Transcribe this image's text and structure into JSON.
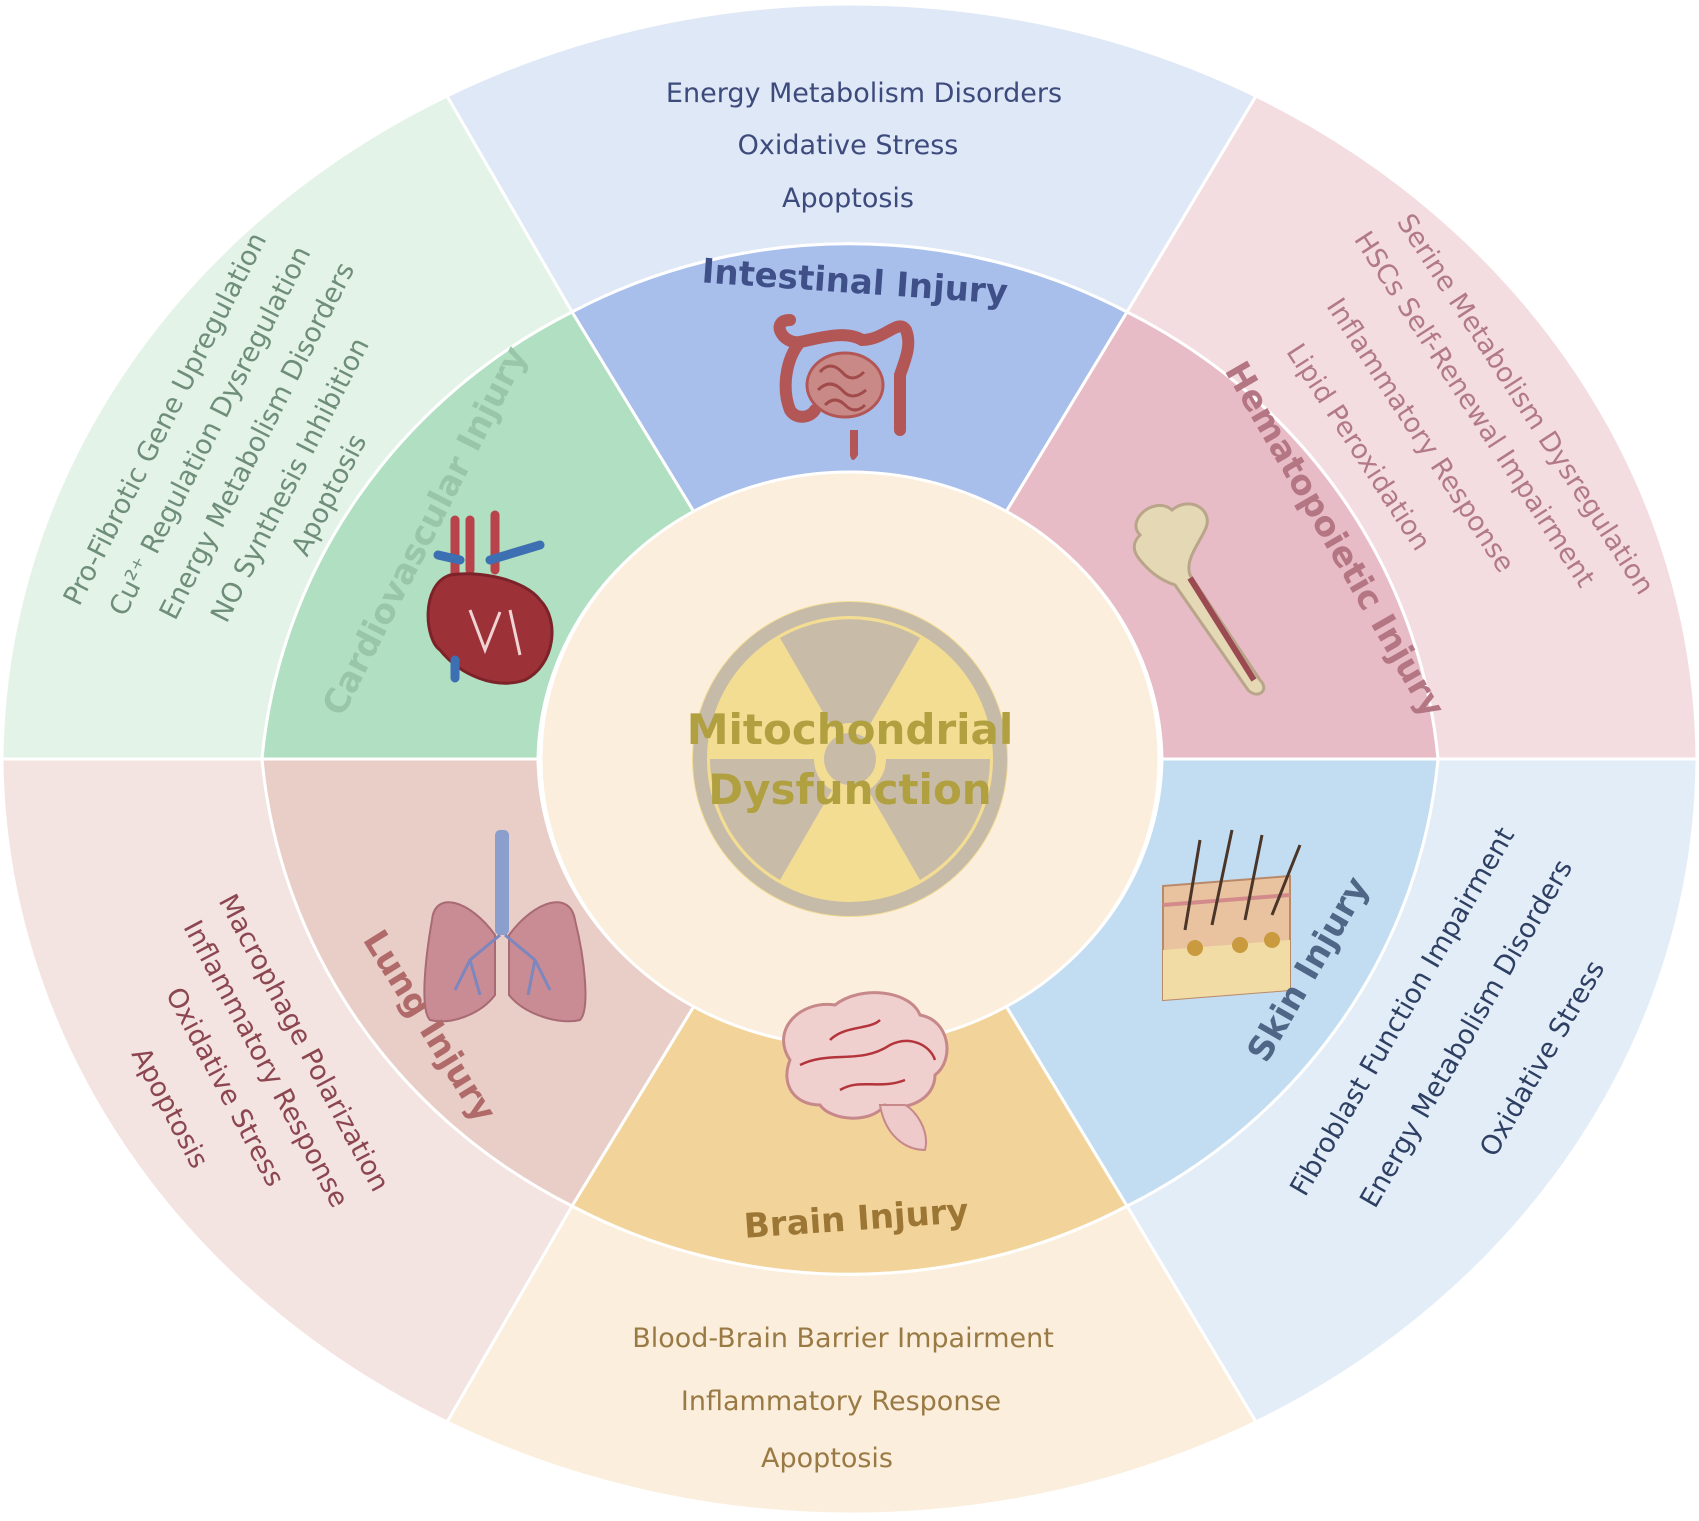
{
  "center": {
    "line1": "Mitochondrial",
    "line2": "Dysfunction",
    "text_color": "#b0a040",
    "fill": "#fbeedc",
    "emblem_bg": "#f3dd93",
    "emblem_blade": "#c8bca9",
    "emblem_ring": "#c6baa8"
  },
  "segments": [
    {
      "id": "intestinal",
      "title": "Intestinal Injury",
      "icon": "intestine-icon",
      "inner_color": "#a8bfec",
      "outer_color": "#dfe8f6",
      "title_color": "#3f4f88",
      "text_color": "#3d4a7c",
      "mechanisms": [
        "Energy Metabolism Disorders",
        "Oxidative Stress",
        "Apoptosis"
      ]
    },
    {
      "id": "hematopoietic",
      "title": "Hematopoietic Injury",
      "icon": "bone-icon",
      "inner_color": "#e8bcc6",
      "outer_color": "#f4dde1",
      "title_color": "#b47683",
      "text_color": "#b27a87",
      "mechanisms": [
        "Serine Metabolism Dysregulation",
        "HSCs Self-Renewal Impairment",
        "Inflammatory Response",
        "Lipid Peroxidation"
      ]
    },
    {
      "id": "skin",
      "title": "Skin Injury",
      "icon": "skin-icon",
      "inner_color": "#c2ddf1",
      "outer_color": "#e3edf8",
      "title_color": "#4f6686",
      "text_color": "#2d3f62",
      "mechanisms": [
        "Fibroblast Function Impairment",
        "Energy Metabolism Disorders",
        "Oxidative Stress"
      ]
    },
    {
      "id": "brain",
      "title": "Brain Injury",
      "icon": "brain-icon",
      "inner_color": "#f2d49b",
      "outer_color": "#fbeedc",
      "title_color": "#9c7635",
      "text_color": "#9a7a44",
      "mechanisms": [
        "Blood-Brain Barrier Impairment",
        "Inflammatory Response",
        "Apoptosis"
      ]
    },
    {
      "id": "lung",
      "title": "Lung Injury",
      "icon": "lungs-icon",
      "inner_color": "#e8cec6",
      "outer_color": "#f3e3e1",
      "title_color": "#b06a6a",
      "text_color": "#8b4650",
      "mechanisms": [
        "Macrophage Polarization",
        "Inflammatory Response",
        "Oxidative Stress",
        "Apoptosis"
      ]
    },
    {
      "id": "cardiovascular",
      "title": "Cardiovascular Injury",
      "icon": "heart-icon",
      "inner_color": "#b0dfc1",
      "outer_color": "#e3f3e8",
      "title_color": "#99c6a8",
      "text_color": "#6f8e79",
      "mechanisms": [
        "Pro-Fibrotic Gene Upregulation",
        "Cu²⁺ Regulation Dysregulation",
        "Energy Metabolism Disorders",
        "NO Synthesis Inhibition",
        "Apoptosis"
      ]
    }
  ]
}
